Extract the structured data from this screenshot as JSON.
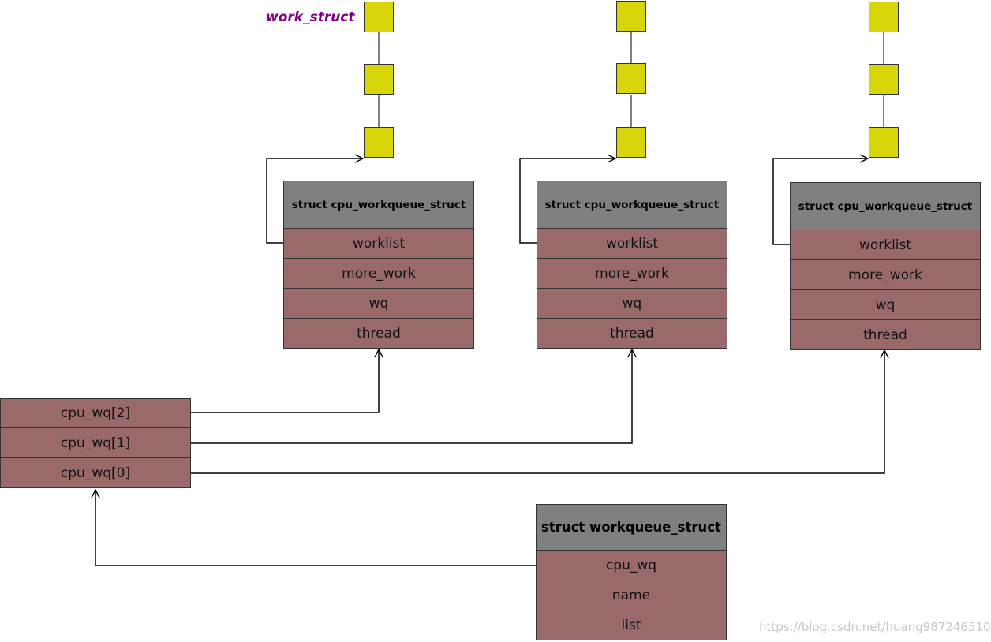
{
  "colors": {
    "work_node": "#d8d608",
    "header": "#808080",
    "field": "#9a6a6a",
    "label": "#800080",
    "line": "#000000"
  },
  "work_struct_label": "work_struct",
  "cpu_workqueues": [
    {
      "title": "struct cpu_workqueue_struct",
      "fields": [
        "worklist",
        "more_work",
        "wq",
        "thread"
      ]
    },
    {
      "title": "struct cpu_workqueue_struct",
      "fields": [
        "worklist",
        "more_work",
        "wq",
        "thread"
      ]
    },
    {
      "title": "struct cpu_workqueue_struct",
      "fields": [
        "worklist",
        "more_work",
        "wq",
        "thread"
      ]
    }
  ],
  "cpu_wq_array": [
    "cpu_wq[2]",
    "cpu_wq[1]",
    "cpu_wq[0]"
  ],
  "workqueue_struct": {
    "title": "struct workqueue_struct",
    "fields": [
      "cpu_wq",
      "name",
      "list"
    ]
  },
  "watermark": "https://blog.csdn.net/huang987246510"
}
